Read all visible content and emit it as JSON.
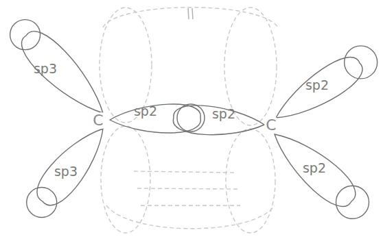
{
  "diagram": {
    "labels": [
      "sp3",
      "C",
      "sp2",
      "sp2",
      "C",
      "sp2",
      "sp3",
      "sp2"
    ]
  }
}
